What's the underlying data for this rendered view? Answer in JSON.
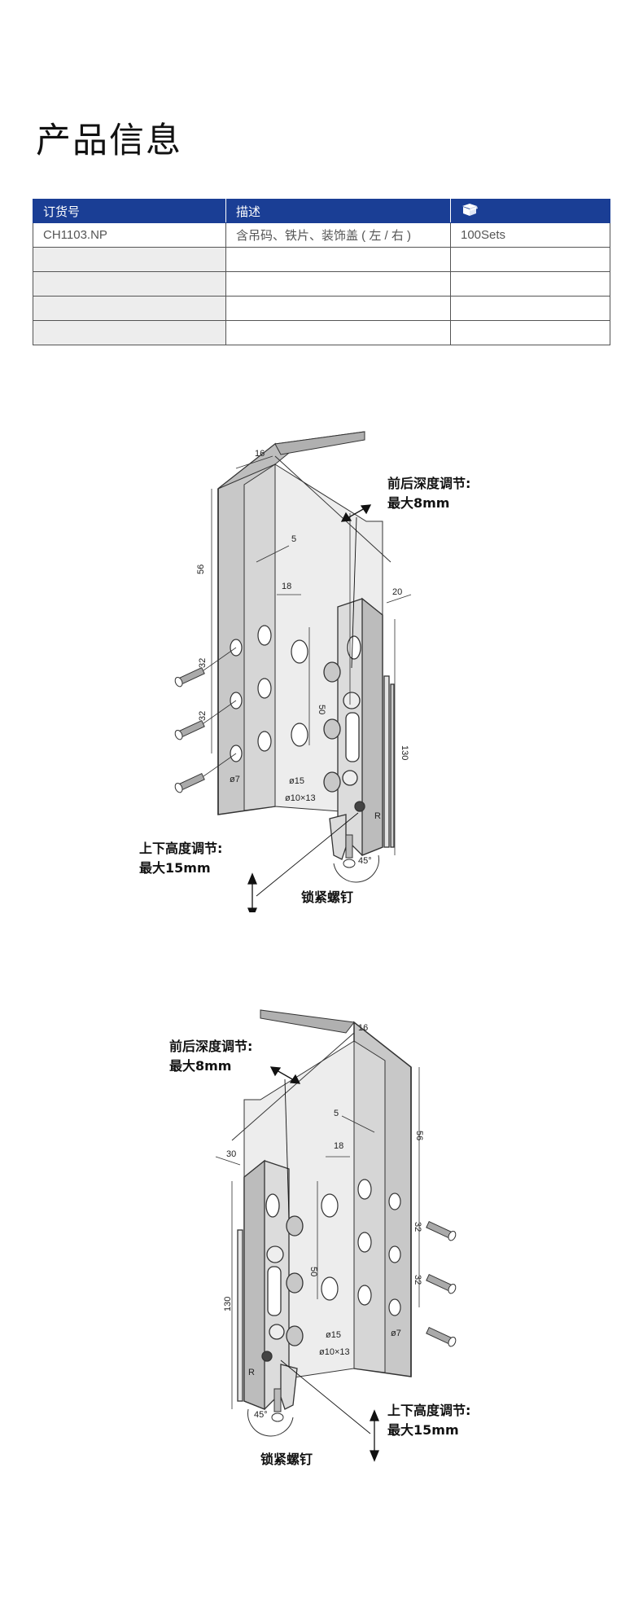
{
  "page_title": "产品信息",
  "table": {
    "headers": [
      "订货号",
      "描述",
      ""
    ],
    "header_icon": "box-icon",
    "rows": [
      [
        "CH1103.NP",
        "含吊码、铁片、装饰盖 ( 左 / 右 )",
        "100Sets"
      ],
      [
        "",
        "",
        ""
      ],
      [
        "",
        "",
        ""
      ],
      [
        "",
        "",
        ""
      ],
      [
        "",
        "",
        ""
      ]
    ]
  },
  "diagram1": {
    "depth_label": "前后深度调节:",
    "depth_value": "最大8mm",
    "height_label": "上下高度调节:",
    "height_value": "最大15mm",
    "screw_label": "锁紧螺钉",
    "dims": {
      "d16": "16",
      "d5": "5",
      "d18": "18",
      "d20": "20",
      "d56": "56",
      "d32a": "32",
      "d32b": "32",
      "d50": "50",
      "d130": "130",
      "d15": "ø15",
      "d1013": "ø10×13",
      "d7": "ø7",
      "angle": "45°",
      "r": "R"
    }
  },
  "diagram2": {
    "depth_label": "前后深度调节:",
    "depth_value": "最大8mm",
    "height_label": "上下高度调节:",
    "height_value": "最大15mm",
    "screw_label": "锁紧螺钉",
    "dims": {
      "d16": "16",
      "d5": "5",
      "d18": "18",
      "d30": "30",
      "d56": "56",
      "d32a": "32",
      "d32b": "32",
      "d50": "50",
      "d130": "130",
      "d15": "ø15",
      "d1013": "ø10×13",
      "d7": "ø7",
      "angle": "45°",
      "r": "R"
    }
  }
}
